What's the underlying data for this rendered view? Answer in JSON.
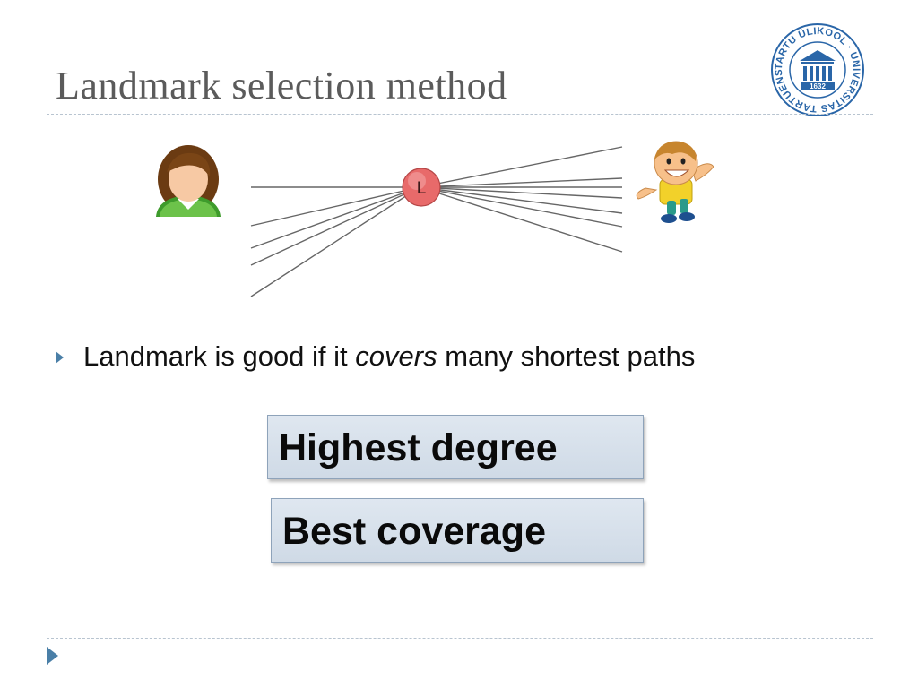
{
  "slide": {
    "title": "Landmark selection method",
    "bullet": {
      "prefix": "Landmark is good if it ",
      "emphasis": "covers",
      "suffix": " many shortest paths"
    },
    "boxes": [
      {
        "label": "Highest degree"
      },
      {
        "label": "Best coverage"
      }
    ]
  },
  "diagram": {
    "landmark_label": "L",
    "source_icon": "woman-avatar-icon",
    "target_icon": "boy-cartoon-icon"
  },
  "logo": {
    "ring_text": "TARTU ÜLIKOOL · UNIVERSITAS TARTUENSIS",
    "year": "1632",
    "icon": "university-building-icon"
  },
  "colors": {
    "title": "#5b5b5b",
    "accent": "#4a7fa7",
    "box_fill": "#d6e0eb",
    "box_border": "#8ea3ba",
    "landmark_fill": "#e86a6a",
    "logo_blue": "#2a66a8"
  }
}
